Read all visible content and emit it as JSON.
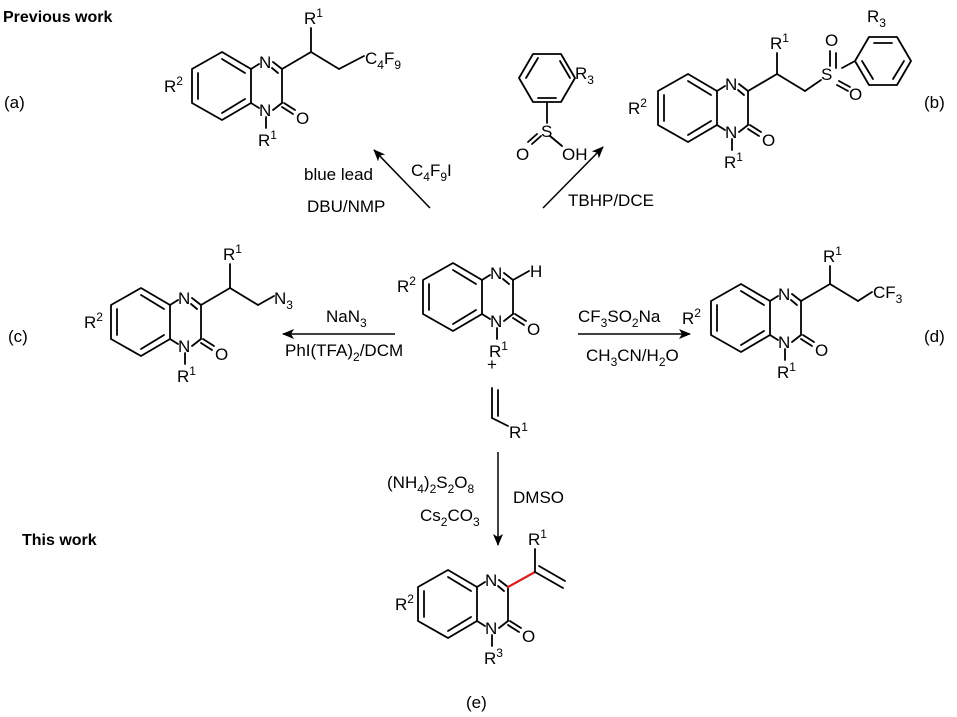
{
  "headers": {
    "previous": "Previous work",
    "this": "This work"
  },
  "panels": {
    "a": "(a)",
    "b": "(b)",
    "c": "(c)",
    "d": "(d)",
    "e": "(e)"
  },
  "atoms": {
    "N": "N",
    "O": "O",
    "H": "H",
    "S": "S",
    "OH": "OH",
    "plus": "+",
    "R": "R",
    "C": "C",
    "F": "F",
    "s1": "1",
    "s2": "2",
    "s3": "3",
    "s4": "4",
    "s9": "9",
    "R3_sulfinic": "R3",
    "R3_product": "R3",
    "N3": "N3"
  },
  "conditions": {
    "a_top_reagent": "C4F9I",
    "a_top": "blue lead",
    "a_bottom": "DBU/NMP",
    "b_bottom": "TBHP/DCE",
    "c_top": "NaN3",
    "c_bottom": "PhI(TFA)2/DCM",
    "d_top": "CF3SO2Na",
    "d_bottom": "CH3CN/H2O",
    "e_left_top": "(NH4)2S2O8",
    "e_left_bottom": "Cs2CO3",
    "e_right": "DMSO"
  },
  "colors": {
    "new_bond": "#d81e1e",
    "ink": "#000000"
  }
}
